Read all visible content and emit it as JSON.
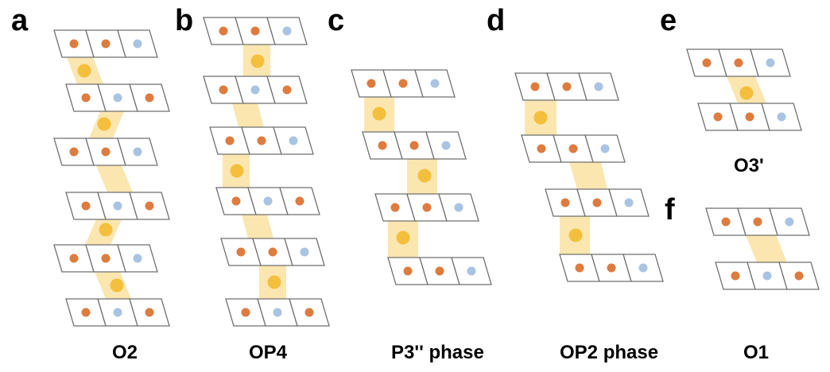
{
  "colors": {
    "orange_atom": "#DE7B3E",
    "blue_atom": "#A9C3E3",
    "yellow_atom": "#F4BF3C",
    "band": "#FBE6B0",
    "cell_stroke": "#6F6F6F"
  },
  "panels": [
    {
      "letter": "a",
      "label": "O2"
    },
    {
      "letter": "b",
      "label": "OP4"
    },
    {
      "letter": "c",
      "label": "P3'' phase"
    },
    {
      "letter": "d",
      "label": "OP2 phase"
    },
    {
      "letter": "e",
      "label": "O3'"
    },
    {
      "letter": "f",
      "label": "O1"
    }
  ]
}
